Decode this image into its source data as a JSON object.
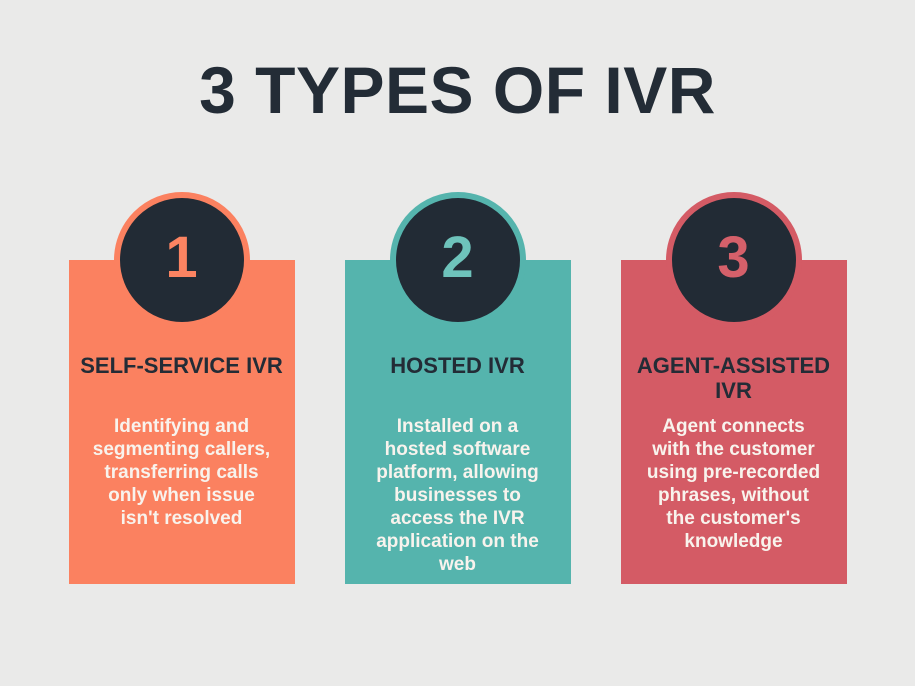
{
  "title": "3 TYPES OF IVR",
  "colors": {
    "background": "#EAEAE9",
    "dark_navy": "#222B35",
    "heading_text": "#232C36",
    "body_text": "#F8F3ED"
  },
  "cards": [
    {
      "number": "1",
      "title": "SELF-SERVICE IVR",
      "body": "Identifying and\nsegmenting callers,\ntransferring calls\nonly when issue\nisn't resolved",
      "color": "#FB8160",
      "number_color": "#FC8462"
    },
    {
      "number": "2",
      "title": "HOSTED IVR",
      "body": "Installed on a\nhosted software\nplatform, allowing\nbusinesses to\naccess the IVR\napplication on the\nweb",
      "color": "#55B4AD",
      "number_color": "#6EC3BB"
    },
    {
      "number": "3",
      "title": "AGENT-ASSISTED\nIVR",
      "body": "Agent connects\nwith the customer\nusing pre-recorded\nphrases, without\nthe customer's\nknowledge",
      "color": "#D45B65",
      "number_color": "#D5606A"
    }
  ]
}
